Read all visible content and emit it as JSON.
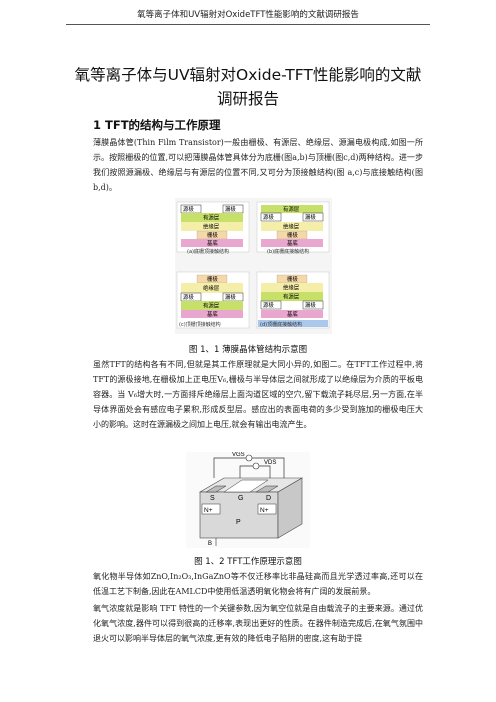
{
  "header": {
    "running_title": "氧等离子体和UV辐射对OxideTFT性能影响的文献调研报告"
  },
  "title": {
    "line1": "氧等离子体与UV辐射对Oxide-TFT性能影响的文献",
    "line2": "调研报告"
  },
  "section1": {
    "heading": "1 TFT的结构与工作原理"
  },
  "para1": "薄膜晶体管(Thin Film Transistor)一般由栅极、有源层、绝缘层、源漏电极构成,如图一所示。按照栅极的位置,可以把薄膜晶体管具体分为底栅(图a,b)与顶栅(图c,d)两种结构。进一步我们按照源漏极、绝缘层与有源层的位置不同,又可分为顶接触结构(图 a,c)与底接触结构(图b,d)。",
  "figure1": {
    "caption": "图 1、1 薄膜晶体管结构示意图",
    "panels": [
      {
        "label": "(a)底栅顶接触结构",
        "layers": [
          "源极",
          "漏极",
          "有源层",
          "绝缘层",
          "栅极",
          "基底"
        ]
      },
      {
        "label": "(b)底栅底接触结构",
        "layers": [
          "有源层",
          "源极",
          "漏极",
          "绝缘层",
          "栅极",
          "基底"
        ]
      },
      {
        "label": "(c)顶栅顶接触结构",
        "layers": [
          "栅极",
          "绝缘层",
          "源极",
          "漏极",
          "有源层",
          "基底"
        ]
      },
      {
        "label": "(d)顶栅底接触结构",
        "layers": [
          "栅极",
          "绝缘层",
          "有源层",
          "源极",
          "漏极",
          "基底"
        ]
      }
    ]
  },
  "para2": "虽然TFT的结构各有不同,但就是其工作原理就是大同小异的,如图二。在TFT工作过程中,将 TFT的源极接地,在栅极加上正电压V₆,栅极与半导体层之间就形成了以绝缘层为介质的平板电容器。当 V₆增大时,一方面排斥绝缘层上面沟道区域的空穴,留下载流子耗尽层,另一方面,在半导体界面处会有感应电子累积,形成反型层。感应出的表面电荷的多少受到施加的栅极电压大小的影响。这时在源漏极之间加上电压,就会有输出电流产生。",
  "figure2": {
    "caption": "图 1、2 TFT工作原理示意图",
    "labels": {
      "vgs": "VGS",
      "vds": "VDS",
      "s": "S",
      "g": "G",
      "d": "D",
      "n1": "N+",
      "n2": "N+",
      "p": "P",
      "b": "B"
    }
  },
  "para3": "氧化物半导体如ZnO,In₂O₃,InGaZnO等不仅迁移率比非晶硅高而且光学透过率高,还可以在低温工艺下制备,因此在AMLCD中使用低温透明氧化物会将有广阔的发展前景。",
  "para4": "氧气浓度就是影响 TFT 特性的一个关键参数,因为氧空位就是自由载流子的主要来源。通过优化氧气浓度,器件可以得到很高的迁移率,表现出更好的性质。在器件制造完成后,在氧气氛围中退火可以影响半导体层的氧气浓度,更有效的降低电子陷阱的密度,这有助于提"
}
